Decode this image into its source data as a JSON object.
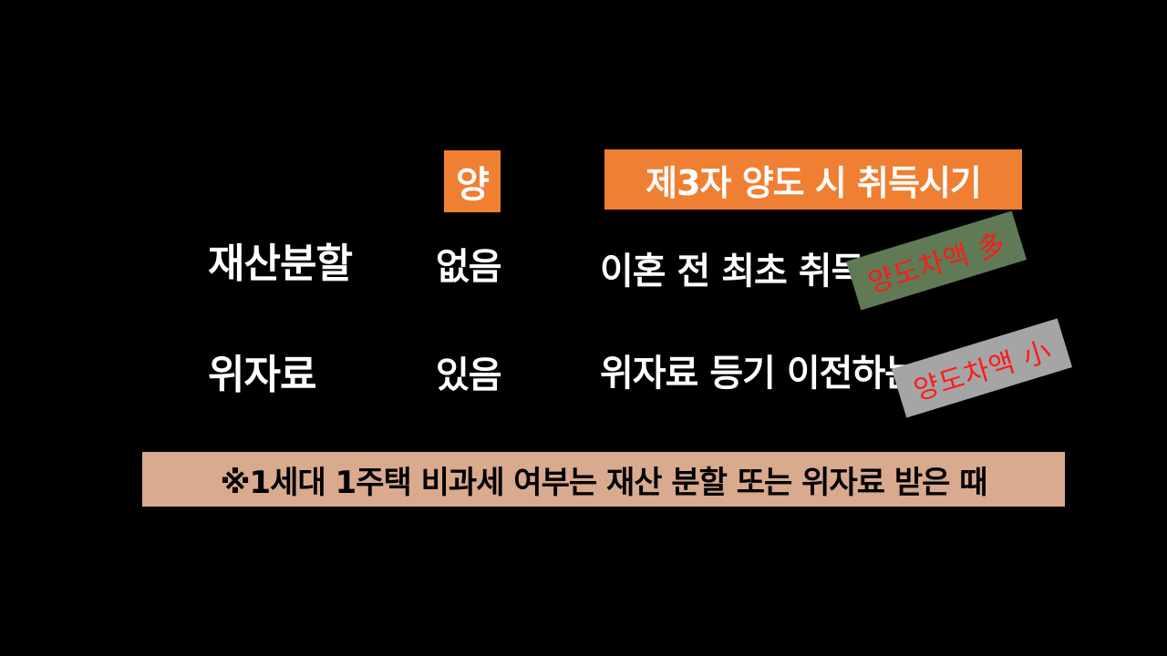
{
  "header": {
    "col_value": "양",
    "col_desc": "제3자 양도 시 취득시기"
  },
  "rows": [
    {
      "label": "재산분할",
      "value": "없음",
      "desc": "이혼 전 최초 취득시점",
      "stamp": "양도차액 多"
    },
    {
      "label": "위자료",
      "value": "있음",
      "desc": "위자료 등기 이전하는 때",
      "stamp": "양도차액 小"
    }
  ],
  "footer": {
    "note": "※1세대 1주택 비과세 여부는 재산 분할 또는 위자료 받은 때"
  },
  "colors": {
    "background": "#000000",
    "header_bg": "#ef7f32",
    "footer_bg": "#d9aa8e",
    "stamp_green": "#5f7a55",
    "stamp_gray": "#a5a5a5",
    "stamp_text": "#ff1a1a"
  }
}
